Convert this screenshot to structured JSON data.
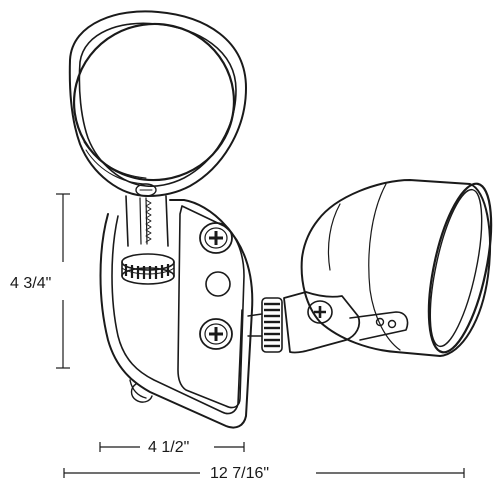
{
  "dimensions": {
    "height": {
      "label": "4 3/4\""
    },
    "base_width": {
      "label": "4 1/2\""
    },
    "overall_width": {
      "label": "12 7/16\""
    }
  }
}
